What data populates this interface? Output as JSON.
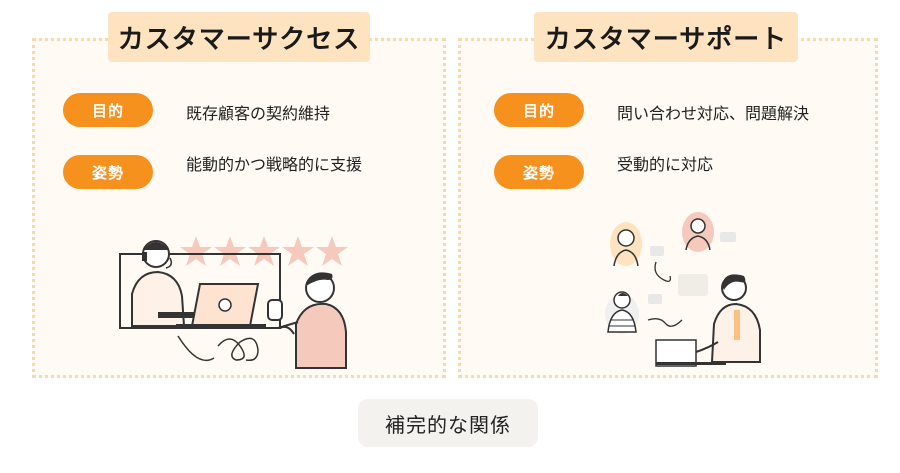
{
  "left": {
    "title": "カスタマーサクセス",
    "purpose_label": "目的",
    "purpose_text": "既存顧客の契約維持",
    "stance_label": "姿勢",
    "stance_text": "能動的かつ戦略的に支援"
  },
  "right": {
    "title": "カスタマーサポート",
    "purpose_label": "目的",
    "purpose_text": "問い合わせ対応、問題解決",
    "stance_label": "姿勢",
    "stance_text": "受動的に対応"
  },
  "relation": "補完的な関係",
  "colors": {
    "accent": "#f7911e",
    "title_bg": "#fde3c0",
    "panel_bg": "#fffaf4",
    "panel_border": "#f6d9b0",
    "relation_bg": "#f3f2ef",
    "star": "#f6c9bd"
  }
}
